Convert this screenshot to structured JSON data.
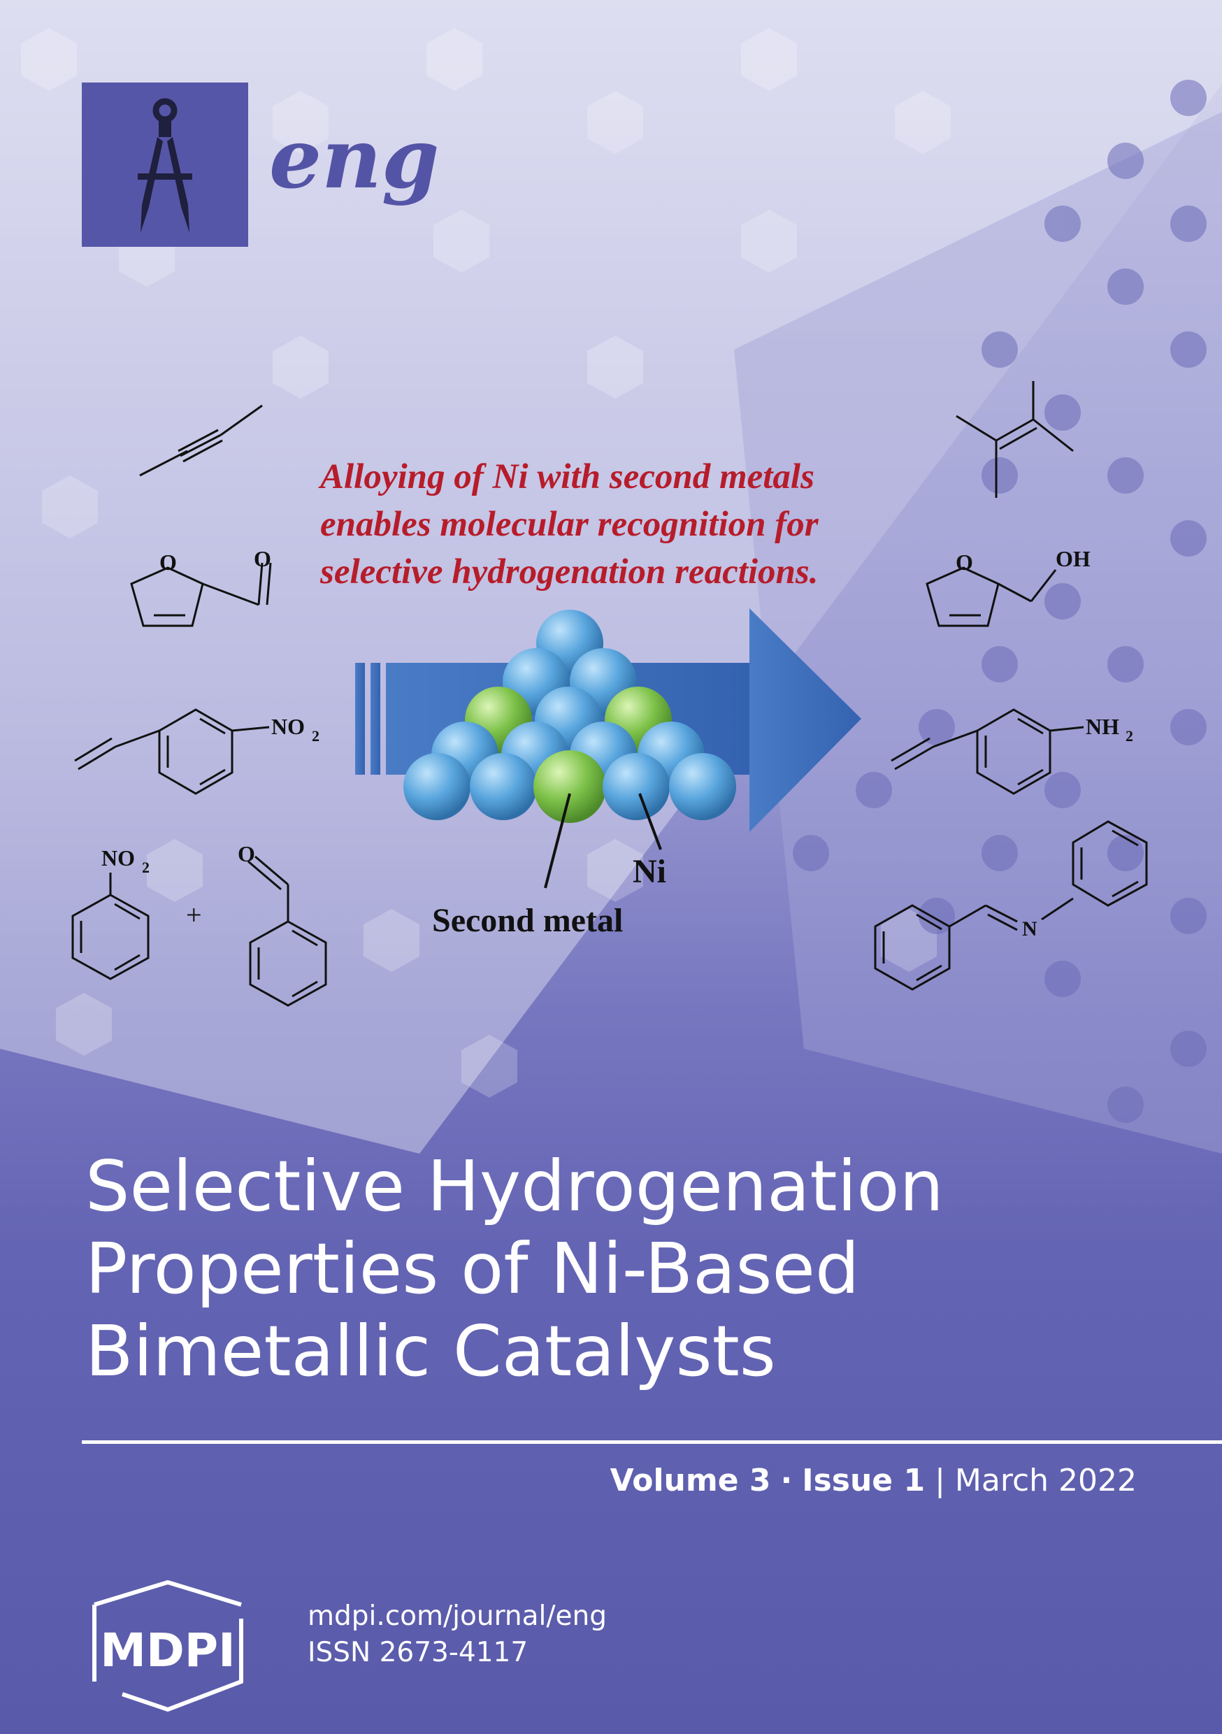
{
  "journal": {
    "short_name": "eng"
  },
  "caption": {
    "line1": "Alloying of Ni with second metals",
    "line2": "enables molecular recognition for",
    "line3": "selective hydrogenation reactions."
  },
  "scheme": {
    "label_ni": "Ni",
    "label_second_metal": "Second metal",
    "substituents": {
      "aldehyde_o": "O",
      "ring_o_left": "O",
      "ring_o_right": "O",
      "hydroxyl": "OH",
      "nitro_main": "NO",
      "nitro_main_sub": "2",
      "amine_main": "NH",
      "amine_sub": "2",
      "nitro_small": "NO",
      "nitro_small_sub": "2",
      "plus": "+",
      "benzaldehyde_o": "O",
      "imine_n": "N"
    }
  },
  "title": {
    "line1": "Selective Hydrogenation",
    "line2": "Properties of Ni-Based",
    "line3": "Bimetallic Catalysts"
  },
  "issue": {
    "volume": "Volume 3",
    "separator": "·",
    "issue": "Issue 1",
    "pipe": "|",
    "date": "March 2022"
  },
  "publisher": {
    "logo_text": "MDPI"
  },
  "footer": {
    "url": "mdpi.com/journal/eng",
    "issn": "ISSN 2673-4117"
  },
  "colors": {
    "brand": "#5656a8",
    "caption_red": "#b71c2a",
    "ni_blue": "#5aa6de",
    "second_metal_green": "#7ec24a",
    "arrow_blue": "#3f6fbc"
  }
}
